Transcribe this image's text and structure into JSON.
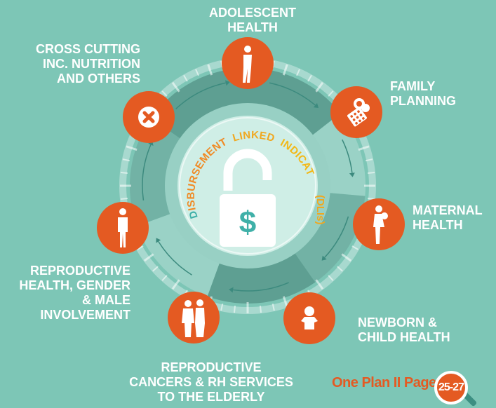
{
  "center": {
    "words": [
      "DISBURSEMENT",
      "LINKED",
      "INDICATORS",
      "(DLIs)"
    ],
    "lock_symbol": "$",
    "icon": "padlock-dollar-icon"
  },
  "nodes": [
    {
      "id": "adolescent",
      "lines": [
        "ADOLESCENT",
        "HEALTH"
      ],
      "icon": "adolescent-person-icon"
    },
    {
      "id": "family",
      "lines": [
        "FAMILY",
        "PLANNING"
      ],
      "icon": "contraceptive-pills-icon"
    },
    {
      "id": "maternal",
      "lines": [
        "MATERNAL",
        "HEALTH"
      ],
      "icon": "mother-child-icon"
    },
    {
      "id": "newborn",
      "lines": [
        "NEWBORN &",
        "CHILD HEALTH"
      ],
      "icon": "baby-icon"
    },
    {
      "id": "cancers",
      "lines": [
        "REPRODUCTIVE",
        "CANCERS & RH SERVICES",
        "TO THE ELDERLY"
      ],
      "icon": "elderly-couple-icon"
    },
    {
      "id": "gender",
      "lines": [
        "REPRODUCTIVE",
        "HEALTH, GENDER",
        "& MALE",
        "INVOLVEMENT"
      ],
      "icon": "man-standing-icon"
    },
    {
      "id": "cross",
      "lines": [
        "CROSS CUTTING",
        "INC. NUTRITION",
        "AND OTHERS"
      ],
      "icon": "cross-circle-icon"
    }
  ],
  "footer": {
    "label": "One Plan II Page:",
    "pages": "25-27",
    "icon": "magnifier-icon"
  },
  "colors": {
    "background": "#7dc6b6",
    "ring_dark": "#5a9e90",
    "ring_light": "#98d0c4",
    "center_disc": "#cfeee6",
    "node": "#e45a22",
    "lock_dollar": "#3fb0a8",
    "word_disbursement": "#f08a25",
    "word_linked": "#f0a820",
    "word_indicators": "#f2b816",
    "word_dlis": "#f0a820",
    "initial_accent": "#3fb0a8"
  }
}
